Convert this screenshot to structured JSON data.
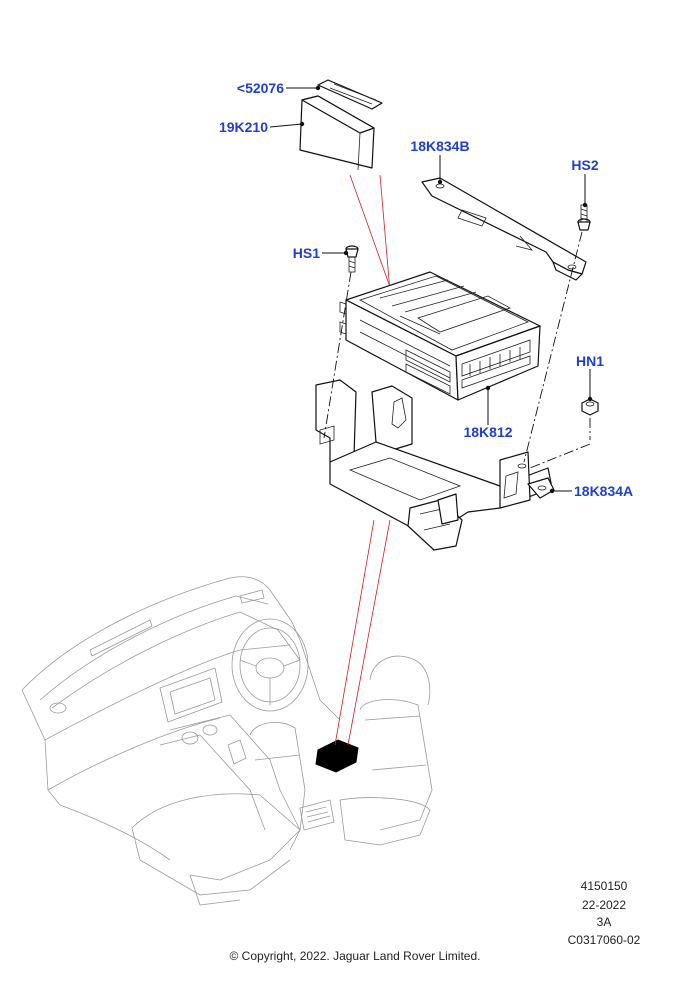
{
  "callouts": {
    "c52076": "<52076",
    "c19k210": "19K210",
    "c18k834b": "18K834B",
    "hs2": "HS2",
    "hs1": "HS1",
    "hn1": "HN1",
    "c18k812": "18K812",
    "c18k834a": "18K834A"
  },
  "meta": {
    "ref": "4150150",
    "date": "22-2022",
    "rev": "3A",
    "code": "C0317060-02"
  },
  "copyright": "© Copyright, 2022. Jaguar Land Rover Limited.",
  "colors": {
    "callout": "#1f3fd1",
    "linework": "#111111",
    "vehicle": "#9a9a9a",
    "locator": "#d42020"
  }
}
